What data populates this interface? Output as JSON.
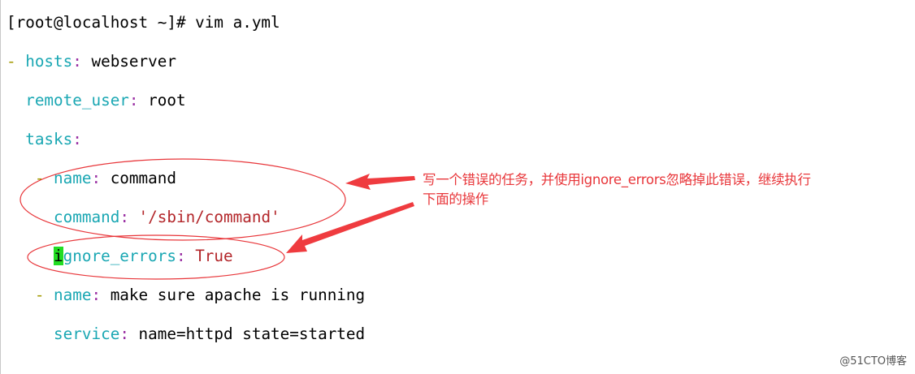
{
  "terminal": {
    "prompt": "[root@localhost ~]# ",
    "command": "vim a.yml",
    "yaml": {
      "dash": "-",
      "colon": ":",
      "hosts_key": "hosts",
      "hosts_value": "webserver",
      "remote_user_key": "remote_user",
      "remote_user_value": "root",
      "tasks_key": "tasks",
      "task1_name_key": "name",
      "task1_name_value": "command",
      "task1_command_key": "command",
      "task1_command_value": "'/sbin/command'",
      "ignore_cursor_char": "i",
      "ignore_key_rest": "gnore_errors",
      "ignore_value": "True",
      "task2_name_key": "name",
      "task2_name_value": "make sure apache is running",
      "service_key": "service",
      "service_value": "name=httpd state=started"
    }
  },
  "annotation": {
    "line1": "写一个错误的任务，并使用ignore_errors忽略掉此错误，继续执行",
    "line2": "下面的操作",
    "color": "#e8363a"
  },
  "watermark": "@51CTO博客",
  "colors": {
    "key": "#1aa7b3",
    "punct": "#9a2fa3",
    "dash": "#a39a00",
    "string": "#b3262a",
    "cursor": "#22dd22"
  }
}
